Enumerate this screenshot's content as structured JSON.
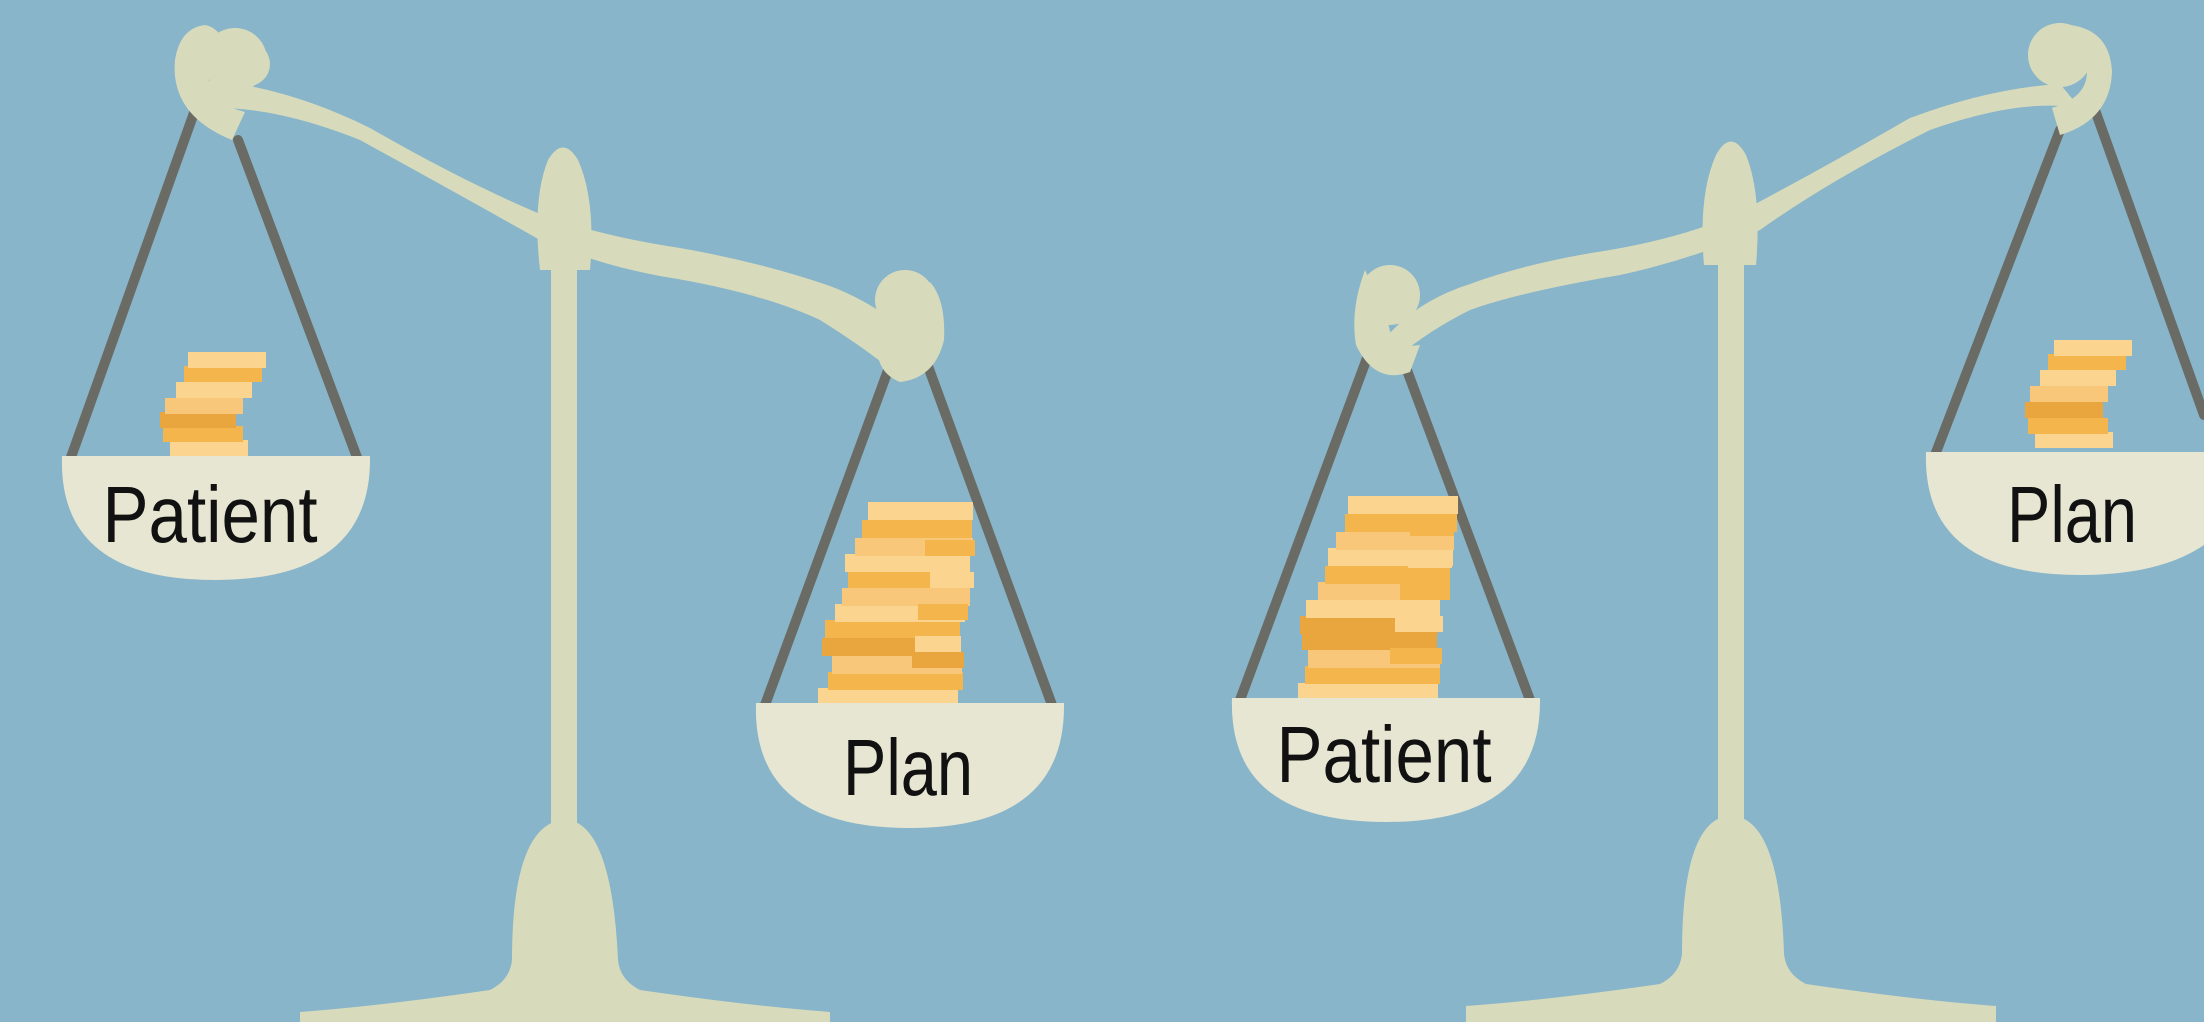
{
  "scene": {
    "background_color": "#88b5c9",
    "metal_color": "#d8dbbb",
    "pan_color": "#e7e6d3",
    "chain_color": "#6b6b66",
    "coin_colors": [
      "#f8c779",
      "#f4b54c",
      "#e9a53e",
      "#fbd48f"
    ]
  },
  "left_scale": {
    "description_icon": "balance-scale-icon",
    "heavier_side": "right",
    "left_pan": {
      "label": "Patient",
      "coin_stack_size": "small"
    },
    "right_pan": {
      "label": "Plan",
      "coin_stack_size": "large"
    }
  },
  "right_scale": {
    "description_icon": "balance-scale-icon",
    "heavier_side": "left",
    "left_pan": {
      "label": "Patient",
      "coin_stack_size": "large"
    },
    "right_pan": {
      "label": "Plan",
      "coin_stack_size": "small"
    }
  }
}
